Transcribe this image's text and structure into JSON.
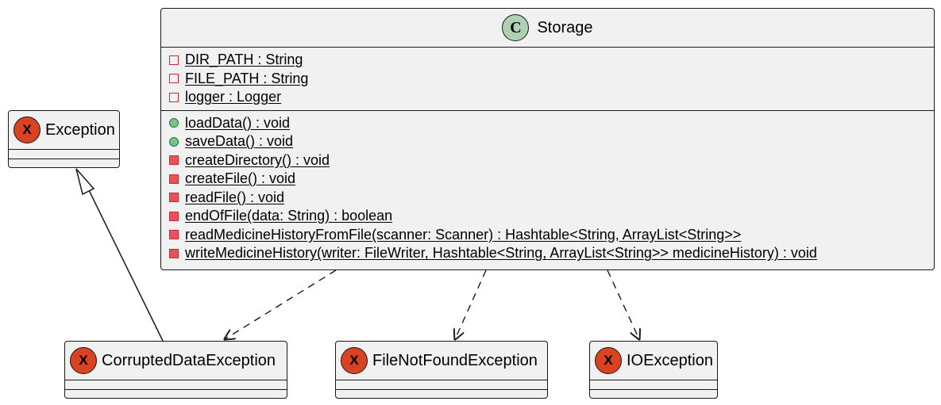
{
  "storage": {
    "name": "Storage",
    "stereotype_letter": "C",
    "fields": [
      {
        "visibility": "private",
        "text": "DIR_PATH : String"
      },
      {
        "visibility": "private",
        "text": "FILE_PATH : String"
      },
      {
        "visibility": "private",
        "text": "logger : Logger"
      }
    ],
    "methods": [
      {
        "visibility": "public",
        "text": "loadData() : void"
      },
      {
        "visibility": "public",
        "text": "saveData() : void"
      },
      {
        "visibility": "private",
        "text": "createDirectory() : void"
      },
      {
        "visibility": "private",
        "text": "createFile() : void"
      },
      {
        "visibility": "private",
        "text": "readFile() : void"
      },
      {
        "visibility": "private",
        "text": "endOfFile(data: String) : boolean"
      },
      {
        "visibility": "private",
        "text": "readMedicineHistoryFromFile(scanner: Scanner) : Hashtable<String, ArrayList<String>>"
      },
      {
        "visibility": "private",
        "text": "writeMedicineHistory(writer: FileWriter, Hashtable<String, ArrayList<String>> medicineHistory) : void"
      }
    ]
  },
  "exceptions": {
    "exception": {
      "name": "Exception",
      "letter": "X"
    },
    "corrupted": {
      "name": "CorruptedDataException",
      "letter": "X"
    },
    "filenotfound": {
      "name": "FileNotFoundException",
      "letter": "X"
    },
    "ioexception": {
      "name": "IOException",
      "letter": "X"
    }
  },
  "colors": {
    "class_fill": "#f1f1f1",
    "border": "#181818",
    "class_circle": "#add1b2",
    "exception_circle": "#d94321",
    "private_icon": "#c82930",
    "public_icon": "#84be84"
  }
}
